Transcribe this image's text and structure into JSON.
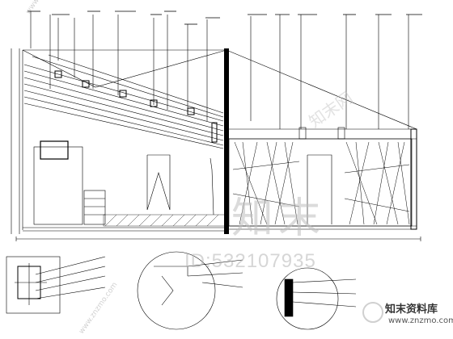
{
  "watermarks": {
    "id_text": "ID:532107935",
    "brand_cn": "知末",
    "site_cn": "知末网",
    "site_url": "www.znzmo.com",
    "corner_url": "www.znzmo.com"
  },
  "brand": {
    "name": "知末资料库",
    "url": "www.znzmo.com"
  },
  "colors": {
    "line": "#000000",
    "watermark": "#bdbdbd"
  }
}
